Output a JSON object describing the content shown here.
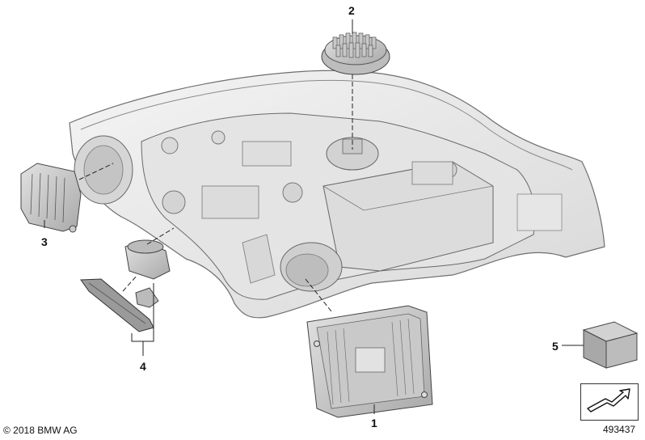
{
  "callouts": {
    "part_1": "1",
    "part_2": "2",
    "part_3": "3",
    "part_4": "4",
    "part_5": "5"
  },
  "footer": {
    "copyright": "© 2018 BMW AG",
    "diagram_number": "493437"
  },
  "icons": {
    "navigation": "arrow-jump-icon"
  },
  "colors": {
    "housing_fill": "#ececec",
    "housing_stroke": "#6f6f6f",
    "part_fill": "#cfcfcf",
    "part_dark": "#9a9a9a",
    "line": "#222222"
  }
}
